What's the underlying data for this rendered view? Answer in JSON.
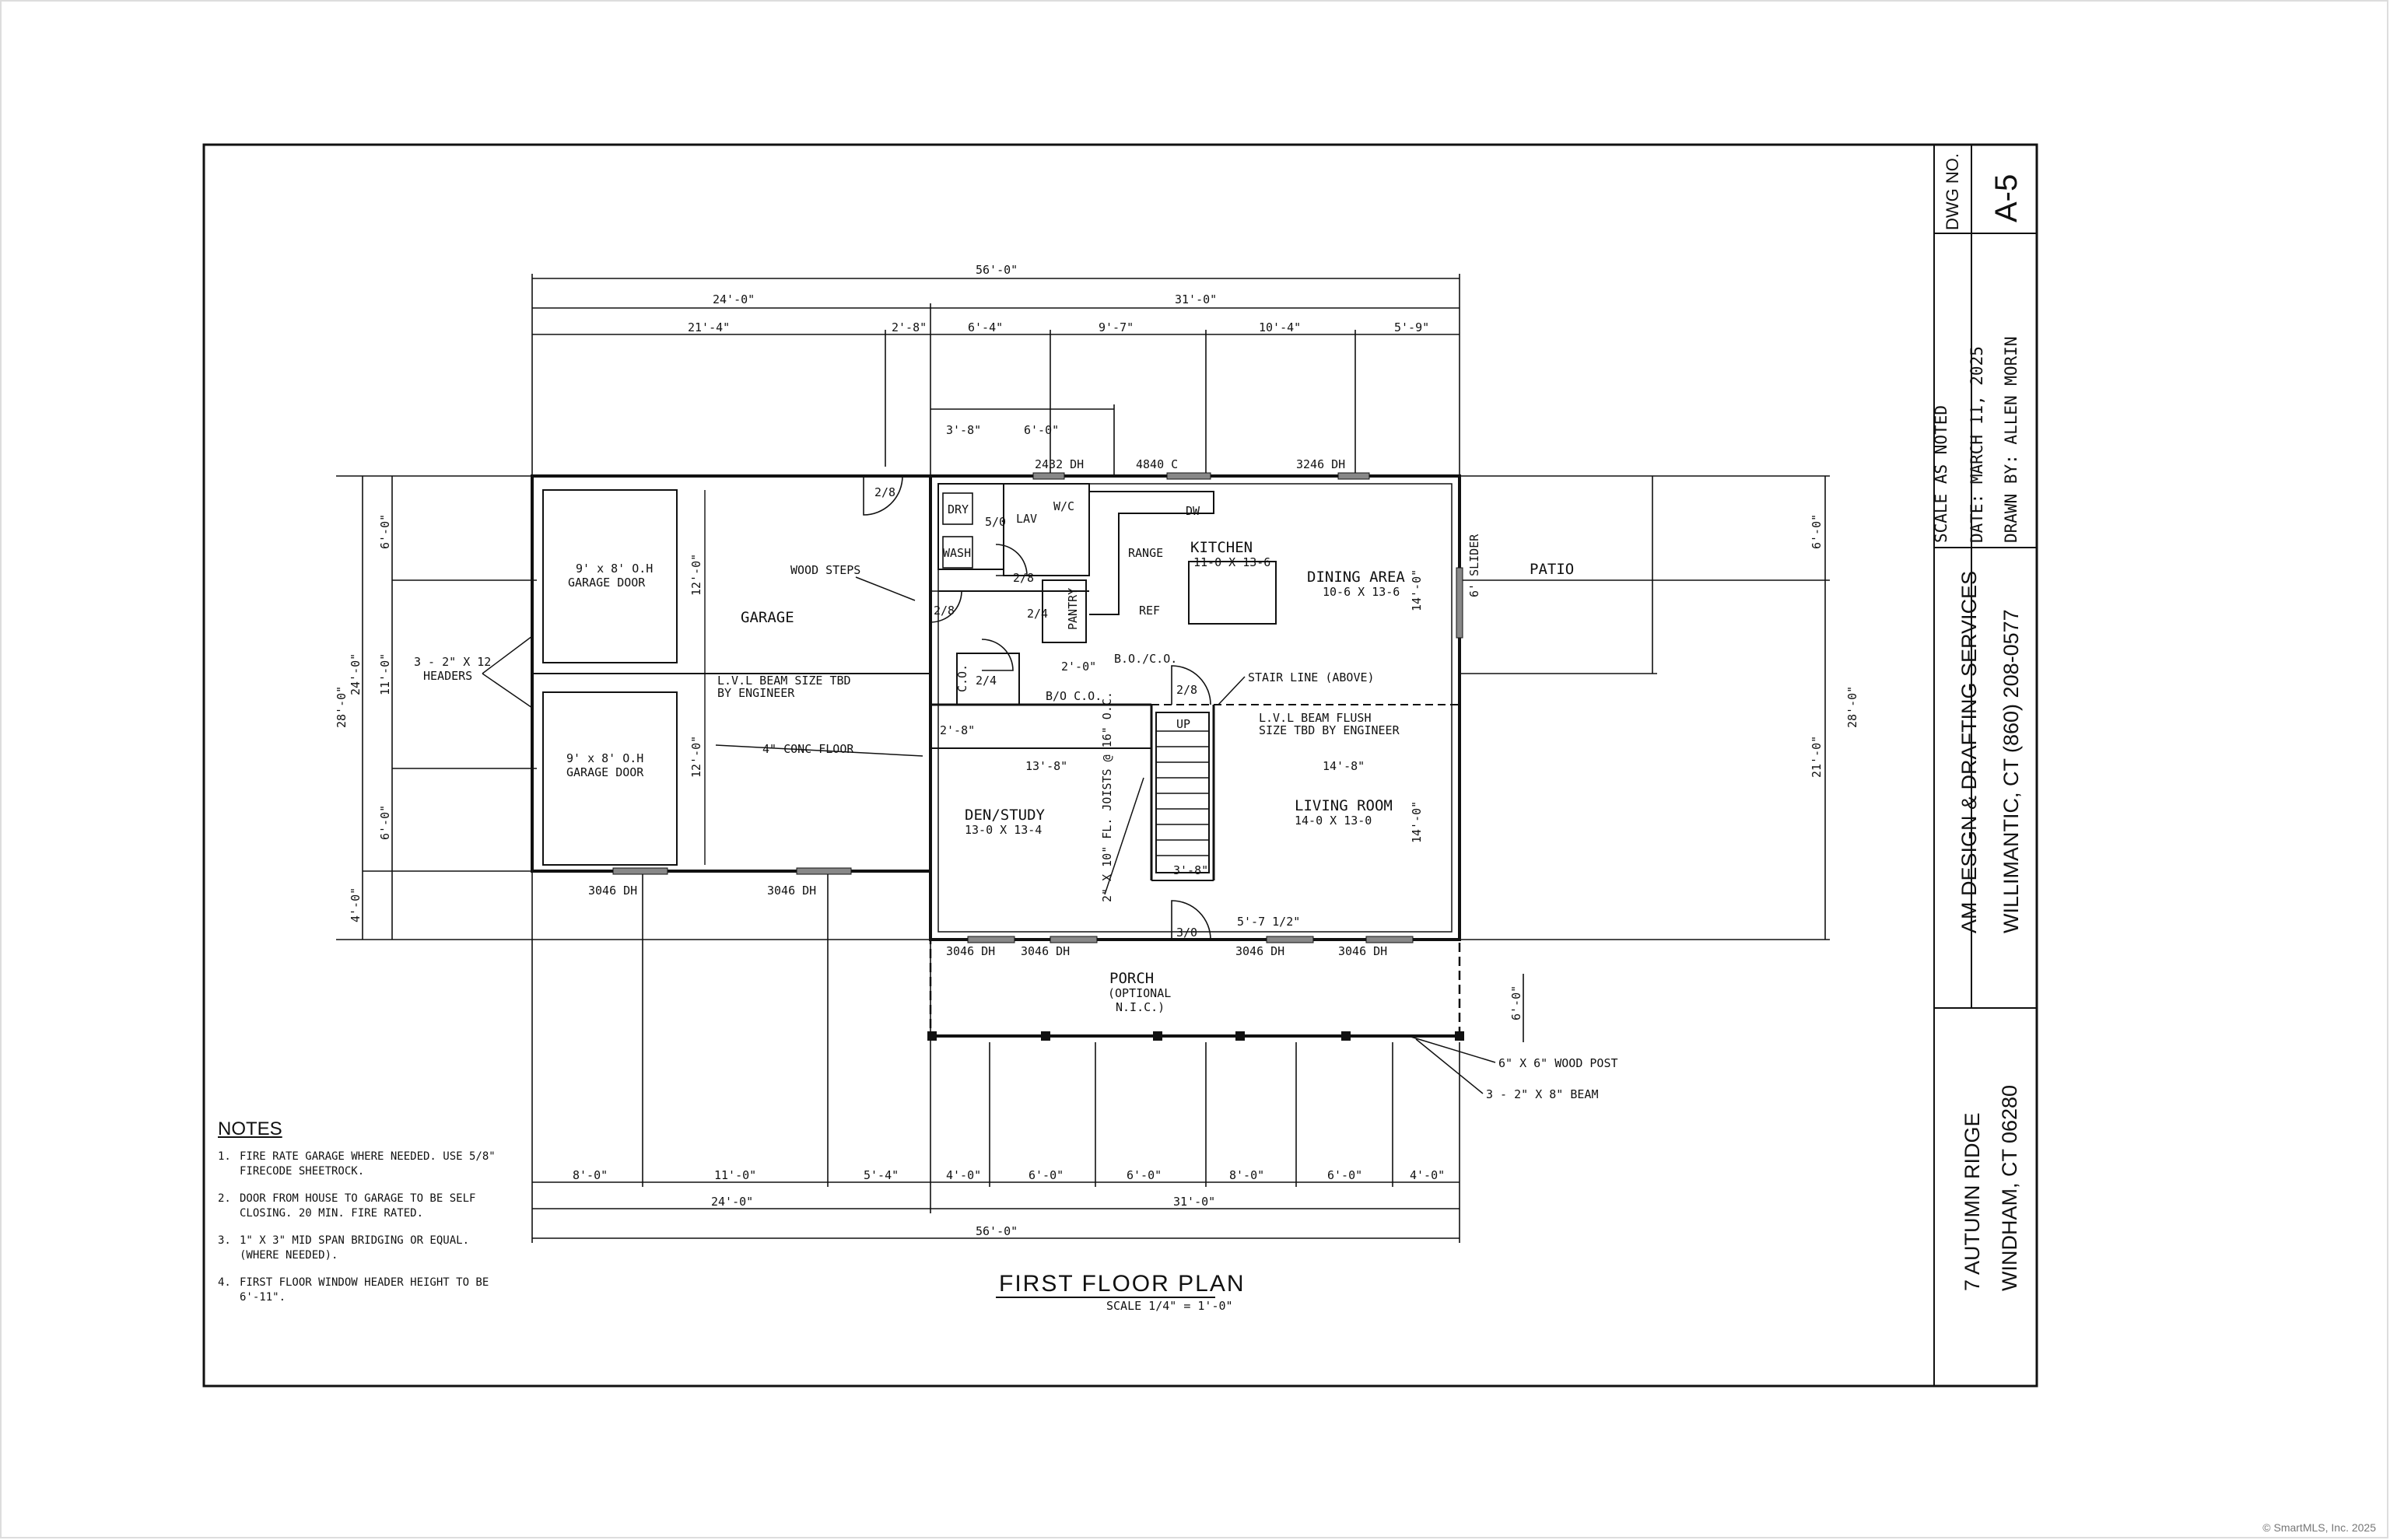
{
  "title_block": {
    "dwg_no_label": "DWG NO.",
    "dwg_no": "A-5",
    "scale": "SCALE AS NOTED",
    "date": "DATE: MARCH 11, 2025",
    "drawn_by": "DRAWN BY: ALLEN MORIN",
    "company": "AM DESIGN & DRAFTING SERVICES",
    "company_location": "WILLIMANTIC, CT (860) 208-0577",
    "address_line1": "7 AUTUMN RIDGE",
    "address_line2": "WINDHAM, CT 06280"
  },
  "plan": {
    "title": "FIRST FLOOR PLAN",
    "scale": "SCALE 1/4\" = 1'-0\""
  },
  "dimensions": {
    "top_total": "56'-0\"",
    "top_left": "24'-0\"",
    "top_right": "31'-0\"",
    "top_sub": [
      "21'-4\"",
      "2'-8\"",
      "6'-4\"",
      "9'-7\"",
      "10'-4\"",
      "5'-9\""
    ],
    "small": [
      "3'-8\"",
      "6'-0\""
    ],
    "bottom_sub": [
      "8'-0\"",
      "11'-0\"",
      "5'-4\"",
      "4'-0\"",
      "6'-0\"",
      "6'-0\"",
      "8'-0\"",
      "6'-0\"",
      "4'-0\""
    ],
    "bottom_left": "24'-0\"",
    "bottom_right": "31'-0\"",
    "bottom_total": "56'-0\"",
    "left_total": "28'-0\"",
    "left_sub": [
      "6'-0\"",
      "24'-0\"",
      "6'-0\"",
      "4'-0\""
    ],
    "left_mid": [
      "11'-0\""
    ],
    "right_total": "28'-0\"",
    "right_sub": [
      "6'-0\"",
      "21'-0\""
    ],
    "porch_depth": "6'-0\"",
    "inner": [
      "12'-0\"",
      "12'-0\"",
      "13'-8\"",
      "14'-8\"",
      "14'-0\"",
      "14'-0\"",
      "3'-8\"",
      "2'-0\"",
      "5'-7 1/2\"",
      "2'-8\""
    ]
  },
  "rooms": {
    "garage": "GARAGE",
    "kitchen": "KITCHEN",
    "kitchen_size": "11-0 X 13-6",
    "dining": "DINING AREA",
    "dining_size": "10-6 X 13-6",
    "patio": "PATIO",
    "den": "DEN/STUDY",
    "den_size": "13-0 X 13-4",
    "living": "LIVING ROOM",
    "living_size": "14-0 X 13-0",
    "porch": "PORCH",
    "porch_note": "(OPTIONAL",
    "porch_note2": "N.I.C.)",
    "dry": "DRY",
    "wash": "WASH",
    "lav": "LAV",
    "pantry": "PANTRY",
    "ref": "REF",
    "range": "RANGE",
    "dw": "DW",
    "wc": "W/C"
  },
  "labels": {
    "garage_door_1": "9' x 8' O.H",
    "garage_door_1b": "GARAGE DOOR",
    "garage_door_2": "9' x 8' O.H",
    "garage_door_2b": "GARAGE DOOR",
    "header": "3 - 2\" X 12",
    "header_b": "HEADERS",
    "wood_steps": "WOOD STEPS",
    "lvl_1": "L.V.L BEAM SIZE TBD",
    "lvl_1b": "BY ENGINEER",
    "lvl_2": "L.V.L BEAM FLUSH",
    "lvl_2b": "SIZE TBD BY ENGINEER",
    "conc_floor": "4\" CONC FLOOR",
    "stair_line": "STAIR LINE (ABOVE)",
    "bo_co": "B.O./C.O.",
    "bo_co2": "B/O C.O.",
    "slider": "6' SLIDER",
    "joist": "2\" X 10\" FL. JOISTS @ 16\" O.C.",
    "wood_post": "6\" X 6\" WOOD POST",
    "beam": "3 - 2\" X 8\" BEAM",
    "co": "C.O.",
    "up": "UP",
    "doors": [
      "2/8",
      "2/8",
      "2/8",
      "2/4",
      "2/4",
      "2/8",
      "3/0",
      "5/0"
    ],
    "windows_top": [
      "2432 DH",
      "4840 C",
      "3246 DH"
    ],
    "windows_bottom": [
      "3046 DH",
      "3046 DH",
      "3046 DH",
      "3046 DH",
      "3046 DH",
      "3046 DH"
    ]
  },
  "notes": {
    "title": "NOTES",
    "items": [
      {
        "n": "1.",
        "text": "FIRE RATE GARAGE WHERE NEEDED. USE 5/8\" FIRECODE SHEETROCK."
      },
      {
        "n": "2.",
        "text": "DOOR FROM HOUSE TO GARAGE TO BE SELF CLOSING. 20 MIN. FIRE RATED."
      },
      {
        "n": "3.",
        "text": "1\" X 3\" MID SPAN BRIDGING OR EQUAL. (WHERE NEEDED)."
      },
      {
        "n": "4.",
        "text": "FIRST FLOOR WINDOW HEADER HEIGHT TO BE 6'-11\"."
      }
    ]
  },
  "footer": {
    "copyright": "© SmartMLS, Inc. 2025"
  }
}
